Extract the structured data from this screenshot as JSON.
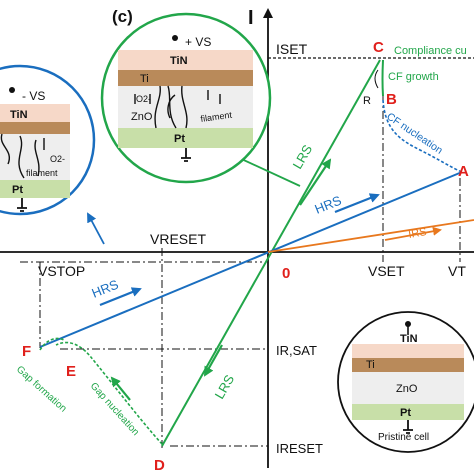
{
  "panel_label": "(c)",
  "axes": {
    "i_axis": "I",
    "origin": "0"
  },
  "voltage_labels": {
    "v_reset": "VRESET",
    "v_stop": "VSTOP",
    "v_set": "VSET",
    "v_t": "VT"
  },
  "current_labels": {
    "i_set": "ISET",
    "i_r_sat": "IR,SAT",
    "i_reset": "IRESET"
  },
  "points": {
    "A": "A",
    "B": "B",
    "C": "C",
    "D": "D",
    "E": "E",
    "F": "F",
    "R": "R"
  },
  "curve_labels": {
    "compliance": "Compliance cu",
    "cf_growth": "CF growth",
    "cf_nucleation": "CF nucleation",
    "lrs_upper": "LRS",
    "hrs_upper": "HRS",
    "irs": "IRS",
    "hrs_lower": "HRS",
    "lrs_lower": "LRS",
    "gap_formation": "Gap formation",
    "gap_nucleation": "Gap nucleation"
  },
  "cell_set": {
    "top": "TiN",
    "mid": "Ti",
    "oxide": "ZnO",
    "bottom": "Pt",
    "ion": "O2-",
    "filament": "filament",
    "bias": "+ VS"
  },
  "cell_reset": {
    "top": "TiN",
    "bottom": "Pt",
    "ion": "O2-",
    "filament": "filament",
    "bias": "- VS"
  },
  "cell_pristine": {
    "top": "TiN",
    "mid": "Ti",
    "oxide": "ZnO",
    "bottom": "Pt",
    "caption": "Pristine cell"
  },
  "colors": {
    "green": "#22a64a",
    "blue": "#1a6ebf",
    "orange": "#e8781e",
    "red": "#e0201c",
    "tin": "#f6d8c8",
    "ti": "#b98a5a",
    "zno": "#eeeeee",
    "pt": "#c8dfa8"
  }
}
